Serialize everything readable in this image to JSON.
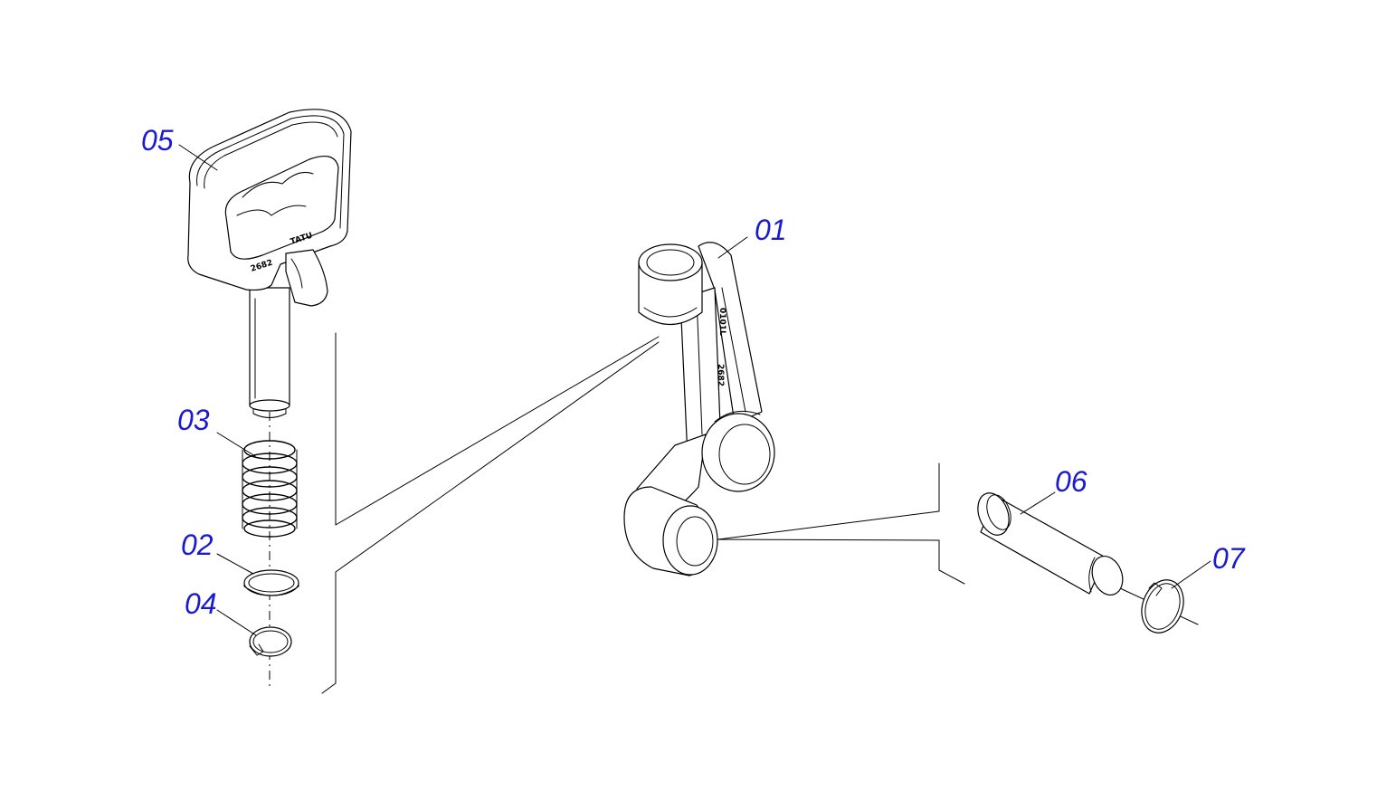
{
  "diagram": {
    "accent_color": "#1a1ad0",
    "parts": [
      {
        "id": "part-01",
        "label": "01",
        "icon": "lever-arm-icon"
      },
      {
        "id": "part-02",
        "label": "02",
        "icon": "washer-icon"
      },
      {
        "id": "part-03",
        "label": "03",
        "icon": "coil-spring-icon"
      },
      {
        "id": "part-04",
        "label": "04",
        "icon": "snap-ring-icon"
      },
      {
        "id": "part-05",
        "label": "05",
        "icon": "t-handle-pin-icon"
      },
      {
        "id": "part-06",
        "label": "06",
        "icon": "pivot-pin-icon"
      },
      {
        "id": "part-07",
        "label": "07",
        "icon": "circlip-icon"
      }
    ],
    "stamps": {
      "handle_brand": "TATU",
      "handle_code": "2682",
      "arm_code_a": "0101L",
      "arm_code_b": "2682"
    }
  }
}
